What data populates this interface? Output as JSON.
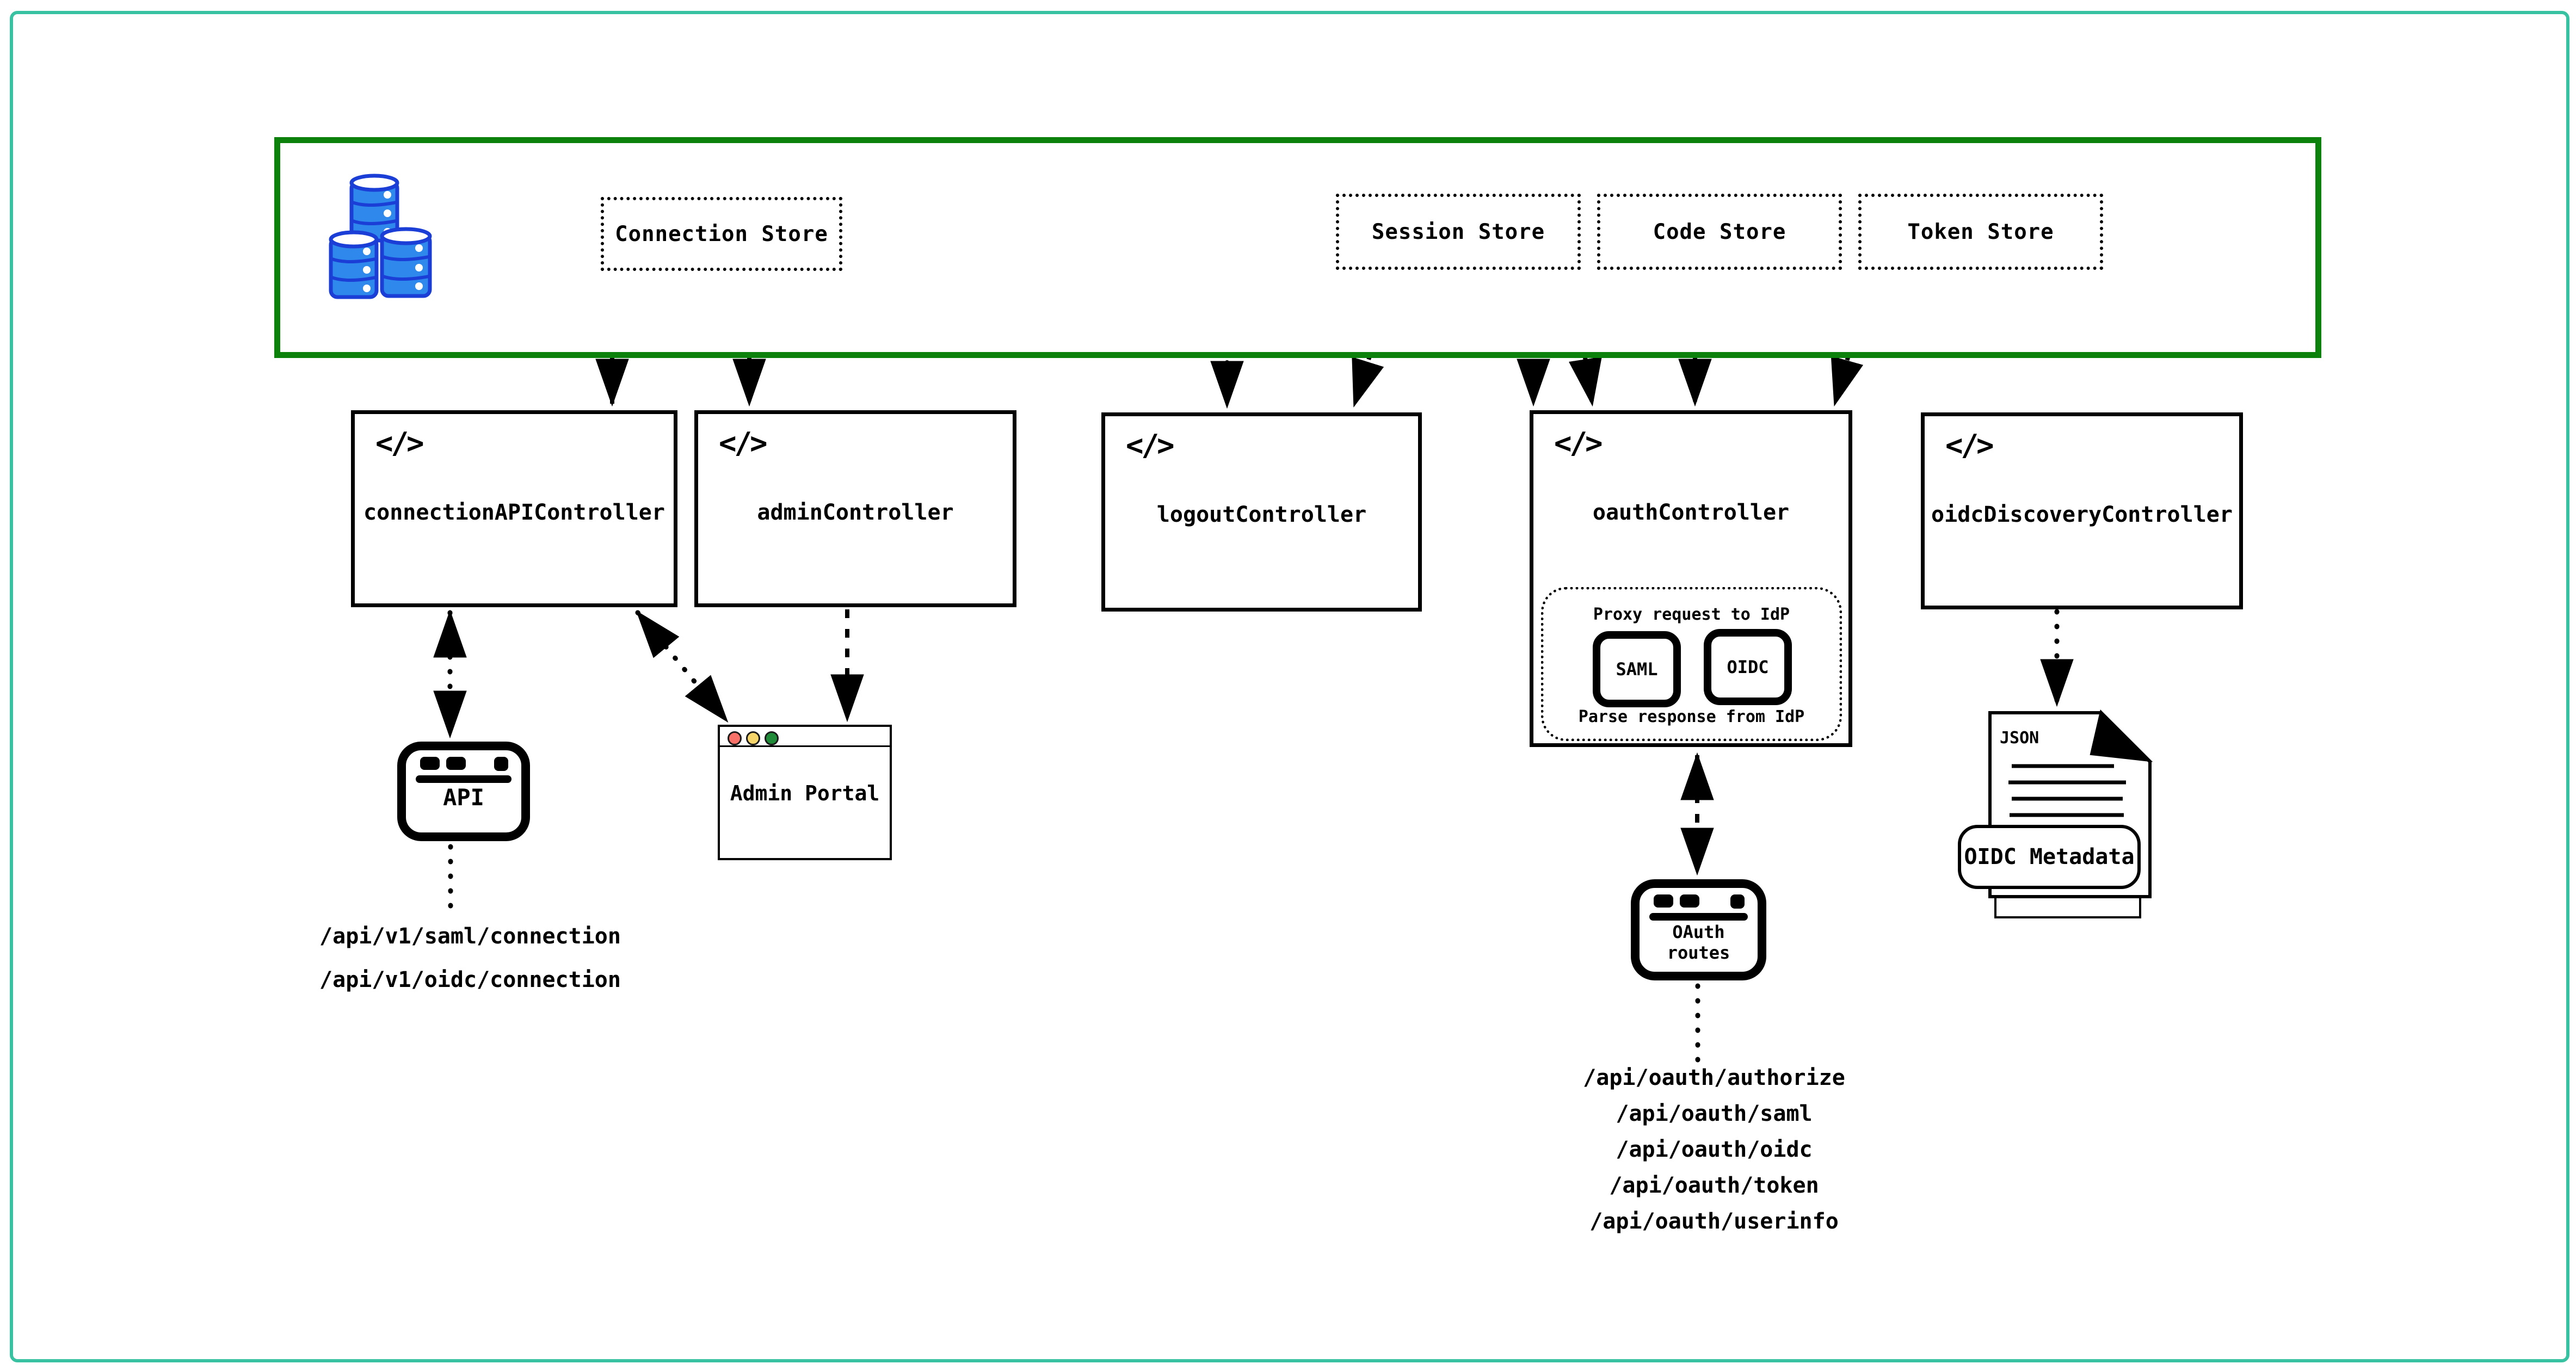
{
  "colors": {
    "page_border": "#38c2a2",
    "store_band_border": "#0c810c",
    "database_fill": "#2f89ec",
    "database_outline": "#1b3fd6",
    "traffic_red": "#f87168",
    "traffic_yellow": "#f6d56a",
    "traffic_green": "#1f8a38",
    "ink": "#000000"
  },
  "icons": {
    "code_glyph": "</>",
    "database_icon": "database-icon",
    "browser_window_icon": "browser-window-icon",
    "json_document_icon": "json-document-icon"
  },
  "stores": {
    "connection": "Connection Store",
    "session": "Session Store",
    "code": "Code Store",
    "token": "Token Store"
  },
  "controllers": {
    "connection_api": "connectionAPIController",
    "admin": "adminController",
    "logout": "logoutController",
    "oauth": "oauthController",
    "oidc_discovery": "oidcDiscoveryController"
  },
  "oauth_internal": {
    "proxy": "Proxy request to IdP",
    "saml": "SAML",
    "oidc": "OIDC",
    "parse": "Parse response from IdP"
  },
  "clients": {
    "api": "API",
    "admin_portal": "Admin Portal",
    "oauth_routes": "OAuth routes",
    "json_label": "JSON",
    "oidc_metadata": "OIDC Metadata"
  },
  "routes": {
    "connection_api": [
      "/api/v1/saml/connection",
      "/api/v1/oidc/connection"
    ],
    "oauth": [
      "/api/oauth/authorize",
      "/api/oauth/saml",
      "/api/oauth/oidc",
      "/api/oauth/token",
      "/api/oauth/userinfo"
    ]
  },
  "connections": [
    {
      "from": "connectionAPIController",
      "to": "Connection Store",
      "bidirectional": true
    },
    {
      "from": "Connection Store",
      "to": "adminController",
      "bidirectional": false
    },
    {
      "from": "logoutController",
      "to": "Connection Store",
      "bidirectional": true
    },
    {
      "from": "oauthController",
      "to": "Connection Store",
      "bidirectional": true
    },
    {
      "from": "logoutController",
      "to": "Session Store",
      "bidirectional": true
    },
    {
      "from": "oauthController",
      "to": "Session Store",
      "bidirectional": true
    },
    {
      "from": "oauthController",
      "to": "Code Store",
      "bidirectional": true
    },
    {
      "from": "oauthController",
      "to": "Token Store",
      "bidirectional": true
    },
    {
      "from": "connectionAPIController",
      "to": "API",
      "bidirectional": true
    },
    {
      "from": "connectionAPIController",
      "to": "Admin Portal",
      "bidirectional": true
    },
    {
      "from": "adminController",
      "to": "Admin Portal",
      "bidirectional": false
    },
    {
      "from": "oauthController",
      "to": "OAuth routes",
      "bidirectional": true
    },
    {
      "from": "oidcDiscoveryController",
      "to": "OIDC Metadata JSON document",
      "bidirectional": false
    },
    {
      "from": "API",
      "to": "connection route list",
      "bidirectional": false
    },
    {
      "from": "OAuth routes",
      "to": "oauth route list",
      "bidirectional": false
    }
  ]
}
